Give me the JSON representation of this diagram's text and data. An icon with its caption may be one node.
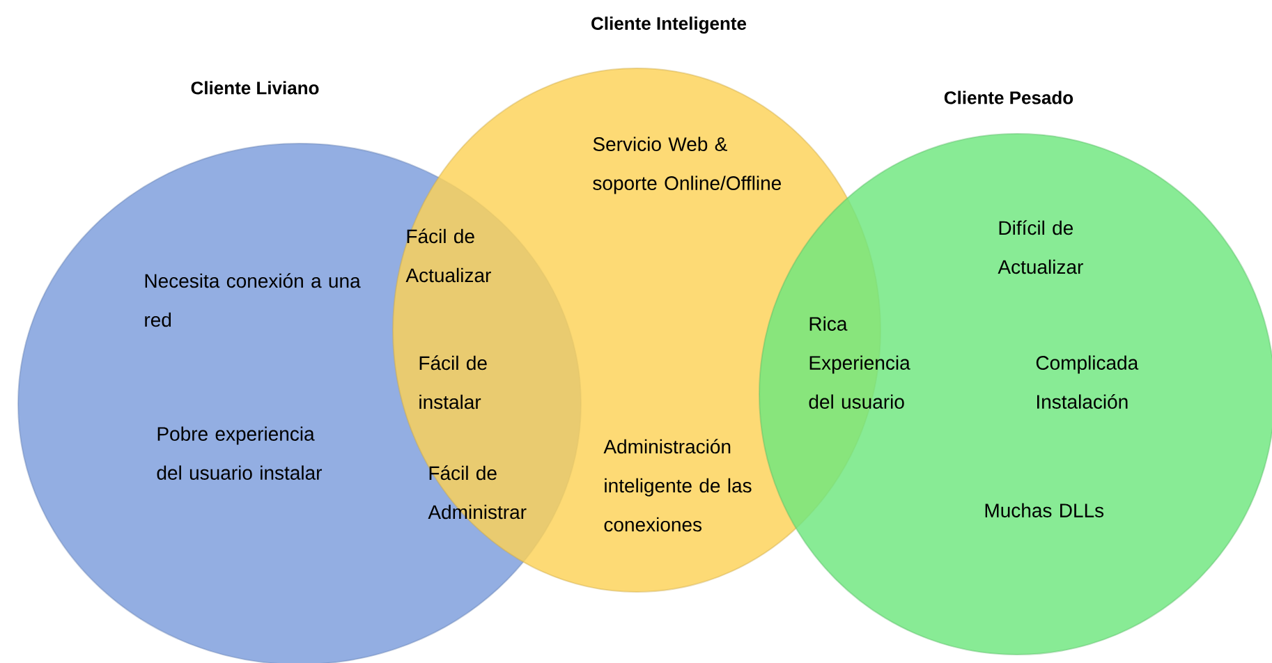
{
  "diagram": {
    "nodes": [
      {
        "text": [
          "Cliente Liviano",
          "Necesita conexión a una red",
          "Pobre experiencia del usuario instalar"
        ]
      },
      {
        "text": [
          "Cliente Inteligente",
          "Servicio Web & soporte Online/Offline",
          "Administración inteligente de las conexiones"
        ]
      },
      {
        "text": [
          "Cliente Pesado",
          "Difícil de Actualizar",
          "Complicada Instalación",
          "Muchas DLLs"
        ]
      }
    ],
    "labels": [
      "Fácil de Actualizar",
      "Fácil de instalar",
      "Fácil de Administrar",
      "Rica Experiencia del usuario"
    ]
  }
}
